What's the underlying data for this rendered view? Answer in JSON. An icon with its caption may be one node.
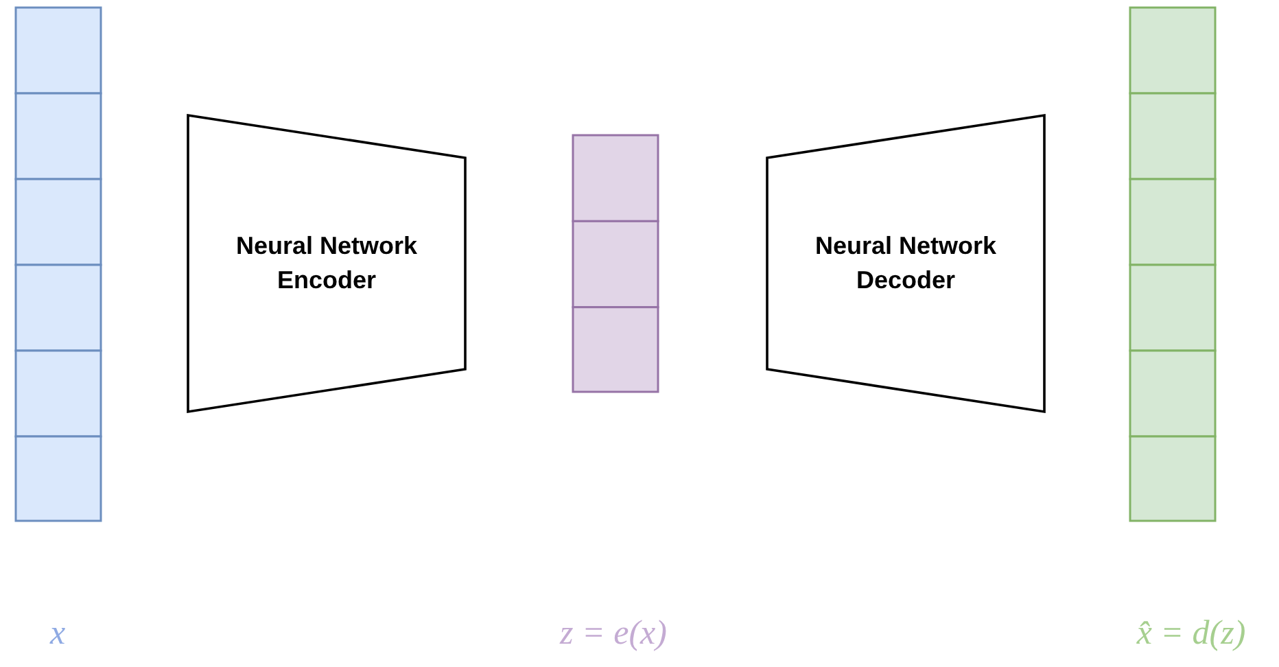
{
  "diagram": {
    "nodes": [
      {
        "text": [],
        "shape": "bar"
      },
      {
        "text": [
          "Neural Network Encoder"
        ]
      },
      {
        "text": [],
        "shape": "bar"
      },
      {
        "text": [
          "Neural Network Decoder"
        ]
      },
      {
        "text": [],
        "shape": "bar"
      }
    ],
    "labels": [
      "x",
      "z = e(x)",
      "x̂ = d(z)"
    ]
  }
}
